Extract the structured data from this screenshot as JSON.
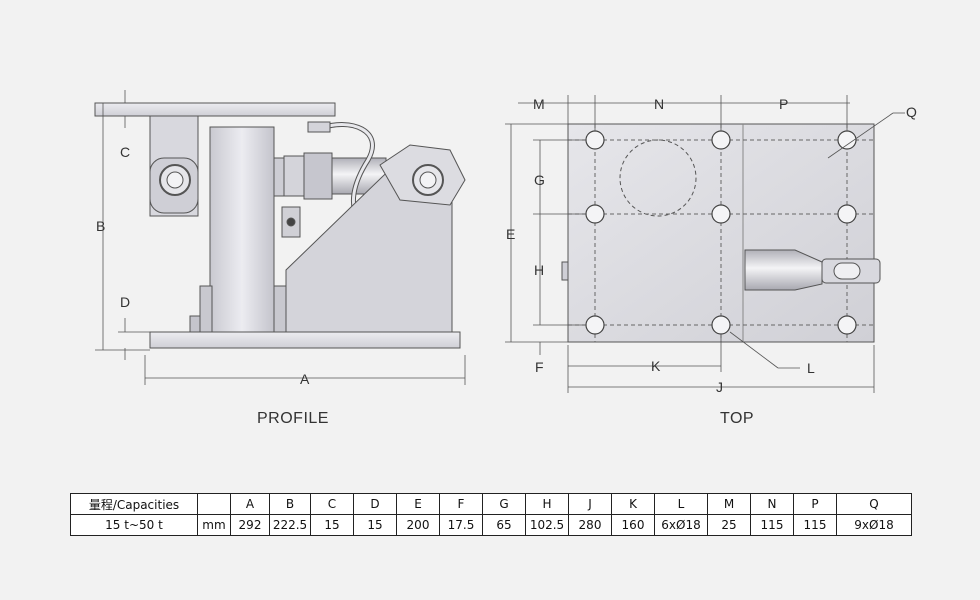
{
  "views": {
    "profile_label": "PROFILE",
    "top_label": "TOP"
  },
  "profile_dims": {
    "A": "A",
    "B": "B",
    "C": "C",
    "D": "D"
  },
  "top_dims": {
    "M": "M",
    "N": "N",
    "P": "P",
    "Q": "Q",
    "E": "E",
    "G": "G",
    "H": "H",
    "F": "F",
    "K": "K",
    "J": "J",
    "L": "L"
  },
  "table": {
    "header": [
      "量程/Capacities",
      "",
      "A",
      "B",
      "C",
      "D",
      "E",
      "F",
      "G",
      "H",
      "J",
      "K",
      "L",
      "M",
      "N",
      "P",
      "Q"
    ],
    "row": [
      "15 t~50 t",
      "mm",
      "292",
      "222.5",
      "15",
      "15",
      "200",
      "17.5",
      "65",
      "102.5",
      "280",
      "160",
      "6xØ18",
      "25",
      "115",
      "115",
      "9xØ18"
    ]
  },
  "colors": {
    "metal": "#d6d6dc",
    "metal_dark": "#b8b8c0",
    "line": "#444444",
    "background": "#f2f2f2"
  }
}
